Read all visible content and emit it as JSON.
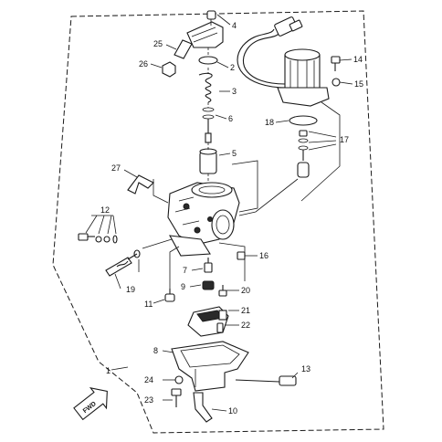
{
  "diagram": {
    "callouts": [
      {
        "id": "c1",
        "label": "1"
      },
      {
        "id": "c2",
        "label": "2"
      },
      {
        "id": "c3",
        "label": "3"
      },
      {
        "id": "c4",
        "label": "4"
      },
      {
        "id": "c5",
        "label": "5"
      },
      {
        "id": "c6",
        "label": "6"
      },
      {
        "id": "c7",
        "label": "7"
      },
      {
        "id": "c8",
        "label": "8"
      },
      {
        "id": "c9",
        "label": "9"
      },
      {
        "id": "c10",
        "label": "10"
      },
      {
        "id": "c11",
        "label": "11"
      },
      {
        "id": "c12",
        "label": "12"
      },
      {
        "id": "c13",
        "label": "13"
      },
      {
        "id": "c14",
        "label": "14"
      },
      {
        "id": "c15",
        "label": "15"
      },
      {
        "id": "c16",
        "label": "16"
      },
      {
        "id": "c17",
        "label": "17"
      },
      {
        "id": "c18",
        "label": "18"
      },
      {
        "id": "c19",
        "label": "19"
      },
      {
        "id": "c20",
        "label": "20"
      },
      {
        "id": "c21",
        "label": "21"
      },
      {
        "id": "c22",
        "label": "22"
      },
      {
        "id": "c23",
        "label": "23"
      },
      {
        "id": "c24",
        "label": "24"
      },
      {
        "id": "c25",
        "label": "25"
      },
      {
        "id": "c26",
        "label": "26"
      },
      {
        "id": "c27",
        "label": "27"
      }
    ],
    "fwd_mark": "FWD"
  }
}
